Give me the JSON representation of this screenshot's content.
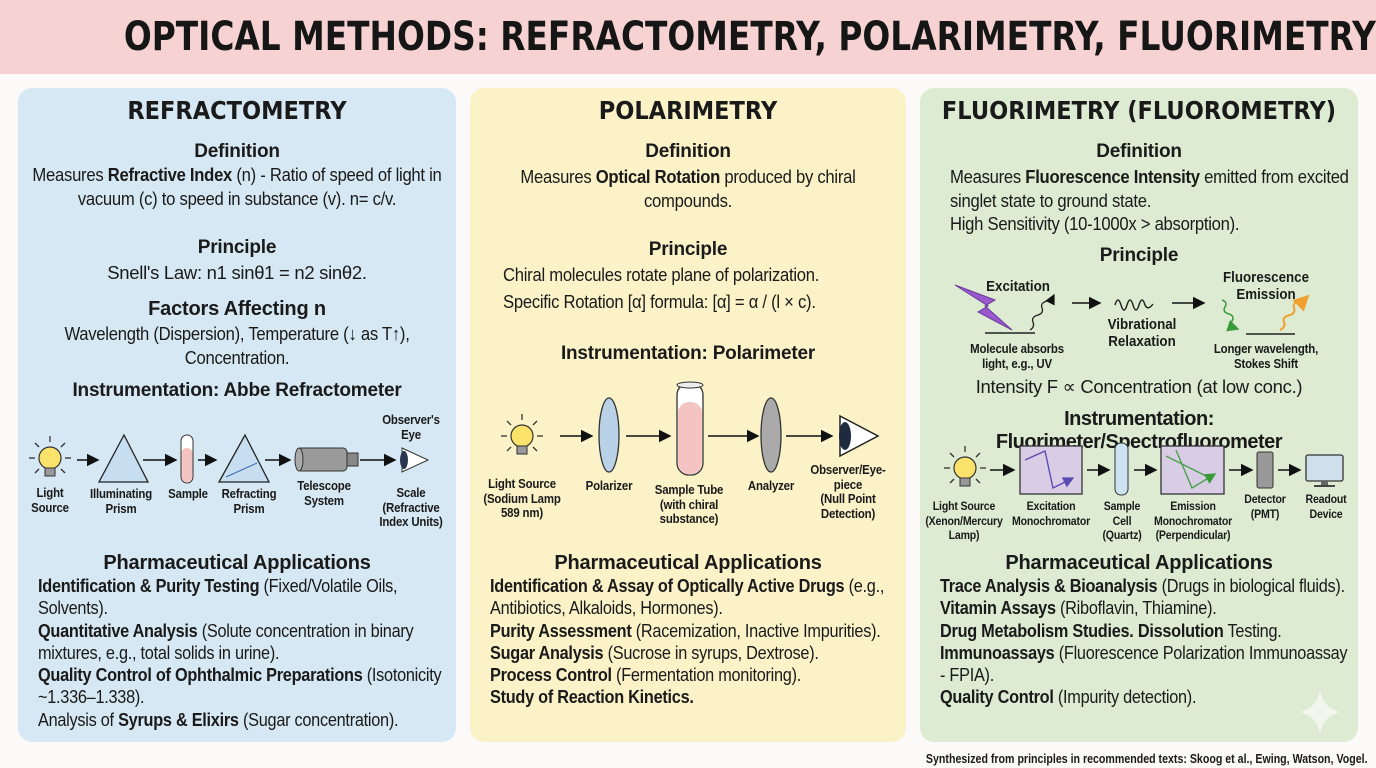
{
  "title": "OPTICAL METHODS: REFRACTOMETRY, POLARIMETRY, FLUORIMETRY",
  "colors": {
    "header_bg": "#f6d3d2",
    "refractometry_bg": "#d6e8f3",
    "polarimetry_bg": "#fbf2c8",
    "fluorimetry_bg": "#dcebd2",
    "bulb": "#fbe26a",
    "sample_fill": "#f4c4c2",
    "excitation_bolt": "#9b59d0"
  },
  "refractometry": {
    "heading": "REFRACTOMETRY",
    "definition_label": "Definition",
    "definition": [
      {
        "t": "Measures "
      },
      {
        "t": "Refractive Index",
        "b": true
      },
      {
        "t": " (n) - Ratio of speed of light in vacuum (c) to speed in substance (v). n= c/v."
      }
    ],
    "principle_label": "Principle",
    "principle": "Snell's Law: n1 sinθ1 = n2 sinθ2.",
    "factors_label": "Factors Affecting n",
    "factors": "Wavelength (Dispersion), Temperature (↓ as T↑), Concentration.",
    "instrumentation_label": "Instrumentation: Abbe Refractometer",
    "diagram": {
      "light_source": "Light\nSource",
      "illuminating_prism": "Illuminating\nPrism",
      "sample": "Sample",
      "refracting_prism": "Refracting\nPrism",
      "telescope": "Telescope\nSystem",
      "observer": "Observer's\nEye",
      "scale": "Scale\n(Refractive\nIndex Units)",
      "icons": [
        "light-bulb",
        "prism",
        "test-tube",
        "prism",
        "telescope",
        "eye"
      ]
    },
    "applications_label": "Pharmaceutical Applications",
    "applications": [
      [
        {
          "t": "Identification & Purity Testing",
          "b": true
        },
        {
          "t": " (Fixed/Volatile Oils, Solvents)."
        }
      ],
      [
        {
          "t": "Quantitative Analysis",
          "b": true
        },
        {
          "t": " (Solute concentration in binary mixtures, e.g., total solids in urine)."
        }
      ],
      [
        {
          "t": "Quality Control of Ophthalmic Preparations",
          "b": true
        },
        {
          "t": " (Isotonicity ~1.336–1.338)."
        }
      ],
      [
        {
          "t": "Analysis of "
        },
        {
          "t": "Syrups & Elixirs",
          "b": true
        },
        {
          "t": " (Sugar concentration)."
        }
      ]
    ]
  },
  "polarimetry": {
    "heading": "POLARIMETRY",
    "definition_label": "Definition",
    "definition": [
      {
        "t": "Measures "
      },
      {
        "t": "Optical Rotation",
        "b": true
      },
      {
        "t": " produced by chiral compounds."
      }
    ],
    "principle_label": "Principle",
    "principle_1": "Chiral molecules rotate plane of polarization.",
    "principle_2": "Specific Rotation [α] formula: [α] = α / (l × c).",
    "instrumentation_label": "Instrumentation: Polarimeter",
    "diagram": {
      "light_source": "Light Source\n(Sodium Lamp\n589 nm)",
      "polarizer": "Polarizer",
      "sample_tube": "Sample Tube\n(with chiral\nsubstance)",
      "analyzer": "Analyzer",
      "observer": "Observer/Eye-\npiece\n(Null Point\nDetection)",
      "icons": [
        "light-bulb",
        "polarizer-disc",
        "test-tube",
        "analyzer-disc",
        "eye"
      ]
    },
    "applications_label": "Pharmaceutical Applications",
    "applications": [
      [
        {
          "t": "Identification & Assay of Optically Active Drugs",
          "b": true
        },
        {
          "t": " (e.g., Antibiotics, Alkaloids, Hormones)."
        }
      ],
      [
        {
          "t": "Purity Assessment",
          "b": true
        },
        {
          "t": " (Racemization, Inactive Impurities)."
        }
      ],
      [
        {
          "t": "Sugar Analysis",
          "b": true
        },
        {
          "t": " (Sucrose in syrups, Dextrose)."
        }
      ],
      [
        {
          "t": "Process Control",
          "b": true
        },
        {
          "t": " (Fermentation monitoring)."
        }
      ],
      [
        {
          "t": "Study of Reaction Kinetics.",
          "b": true
        }
      ]
    ]
  },
  "fluorimetry": {
    "heading": "FLUORIMETRY (FLUOROMETRY)",
    "definition_label": "Definition",
    "definition": [
      {
        "t": "Measures "
      },
      {
        "t": "Fluorescence Intensity",
        "b": true
      },
      {
        "t": " emitted from excited singlet state to ground state."
      }
    ],
    "definition_2": "High Sensitivity (10-1000x > absorption).",
    "principle_label": "Principle",
    "principle_diagram": {
      "excitation": "Excitation",
      "absorbs": "Molecule absorbs\nlight, e.g., UV",
      "relaxation": "Vibrational\nRelaxation",
      "emission": "Fluorescence\nEmission",
      "stokes": "Longer wavelength,\nStokes Shift",
      "icons": [
        "lightning-bolt",
        "wavy-arrow",
        "squiggle",
        "wavy-arrow"
      ]
    },
    "intensity": "Intensity F ∝ Concentration (at low conc.)",
    "instrumentation_label": "Instrumentation: Fluorimeter/Spectrofluorometer",
    "diagram": {
      "light_source": "Light Source\n(Xenon/Mercury\nLamp)",
      "excitation_mono": "Excitation\nMonochromator",
      "sample_cell": "Sample\nCell\n(Quartz)",
      "emission_mono": "Emission\nMonochromator\n(Perpendicular)",
      "detector": "Detector\n(PMT)",
      "readout": "Readout\nDevice",
      "icons": [
        "light-bulb",
        "monochromator",
        "cuvette",
        "monochromator",
        "detector",
        "monitor"
      ]
    },
    "applications_label": "Pharmaceutical Applications",
    "applications": [
      [
        {
          "t": "Trace Analysis & Bioanalysis",
          "b": true
        },
        {
          "t": " (Drugs in biological fluids)."
        }
      ],
      [
        {
          "t": "Vitamin Assays",
          "b": true
        },
        {
          "t": " (Riboflavin, Thiamine)."
        }
      ],
      [
        {
          "t": "Drug Metabolism Studies. Dissolution",
          "b": true
        },
        {
          "t": " Testing."
        }
      ],
      [
        {
          "t": "Immunoassays",
          "b": true
        },
        {
          "t": " (Fluorescence Polarization Immunoassay - FPIA)."
        }
      ],
      [
        {
          "t": "Quality Control",
          "b": true
        },
        {
          "t": " (Impurity detection)."
        }
      ]
    ]
  },
  "footer": "Synthesized from principles in recommended texts: Skoog et al., Ewing, Watson, Vogel."
}
